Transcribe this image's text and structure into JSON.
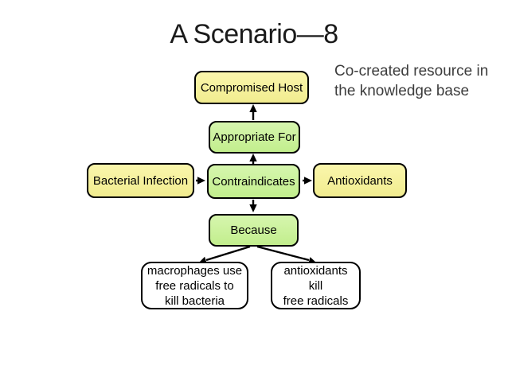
{
  "slide": {
    "title": "A Scenario—8",
    "annotation": "Co-created resource in\nthe knowledge base"
  },
  "diagram": {
    "nodes": [
      {
        "id": "compromised-host",
        "label": "Compromised Host",
        "type": "concept"
      },
      {
        "id": "appropriate-for",
        "label": "Appropriate For",
        "type": "relation"
      },
      {
        "id": "bacterial-infection",
        "label": "Bacterial Infection",
        "type": "concept"
      },
      {
        "id": "contraindicates",
        "label": "Contraindicates",
        "type": "relation"
      },
      {
        "id": "antioxidants",
        "label": "Antioxidants",
        "type": "concept"
      },
      {
        "id": "because",
        "label": "Because",
        "type": "relation"
      },
      {
        "id": "macrophages-note",
        "label": "macrophages use\nfree radicals to\nkill bacteria",
        "type": "note"
      },
      {
        "id": "antioxidants-note",
        "label": "antioxidants\nkill\nfree radicals",
        "type": "note"
      }
    ],
    "edges": [
      {
        "from": "appropriate-for",
        "to": "compromised-host",
        "direction": "up"
      },
      {
        "from": "contraindicates",
        "to": "appropriate-for",
        "direction": "up"
      },
      {
        "from": "bacterial-infection",
        "to": "contraindicates",
        "direction": "right"
      },
      {
        "from": "contraindicates",
        "to": "antioxidants",
        "direction": "right"
      },
      {
        "from": "contraindicates",
        "to": "because",
        "direction": "down"
      },
      {
        "from": "because",
        "to": "macrophages-note",
        "direction": "down-left"
      },
      {
        "from": "because",
        "to": "antioxidants-note",
        "direction": "down-right"
      }
    ]
  },
  "colors": {
    "concept_fill": "#F5F1A0",
    "relation_fill": "#CBF19C",
    "note_fill": "#FFFFFF",
    "border": "#000000",
    "title_text": "#1A1A1A",
    "annotation_text": "#3D3D3D",
    "background": "#FFFFFF"
  }
}
